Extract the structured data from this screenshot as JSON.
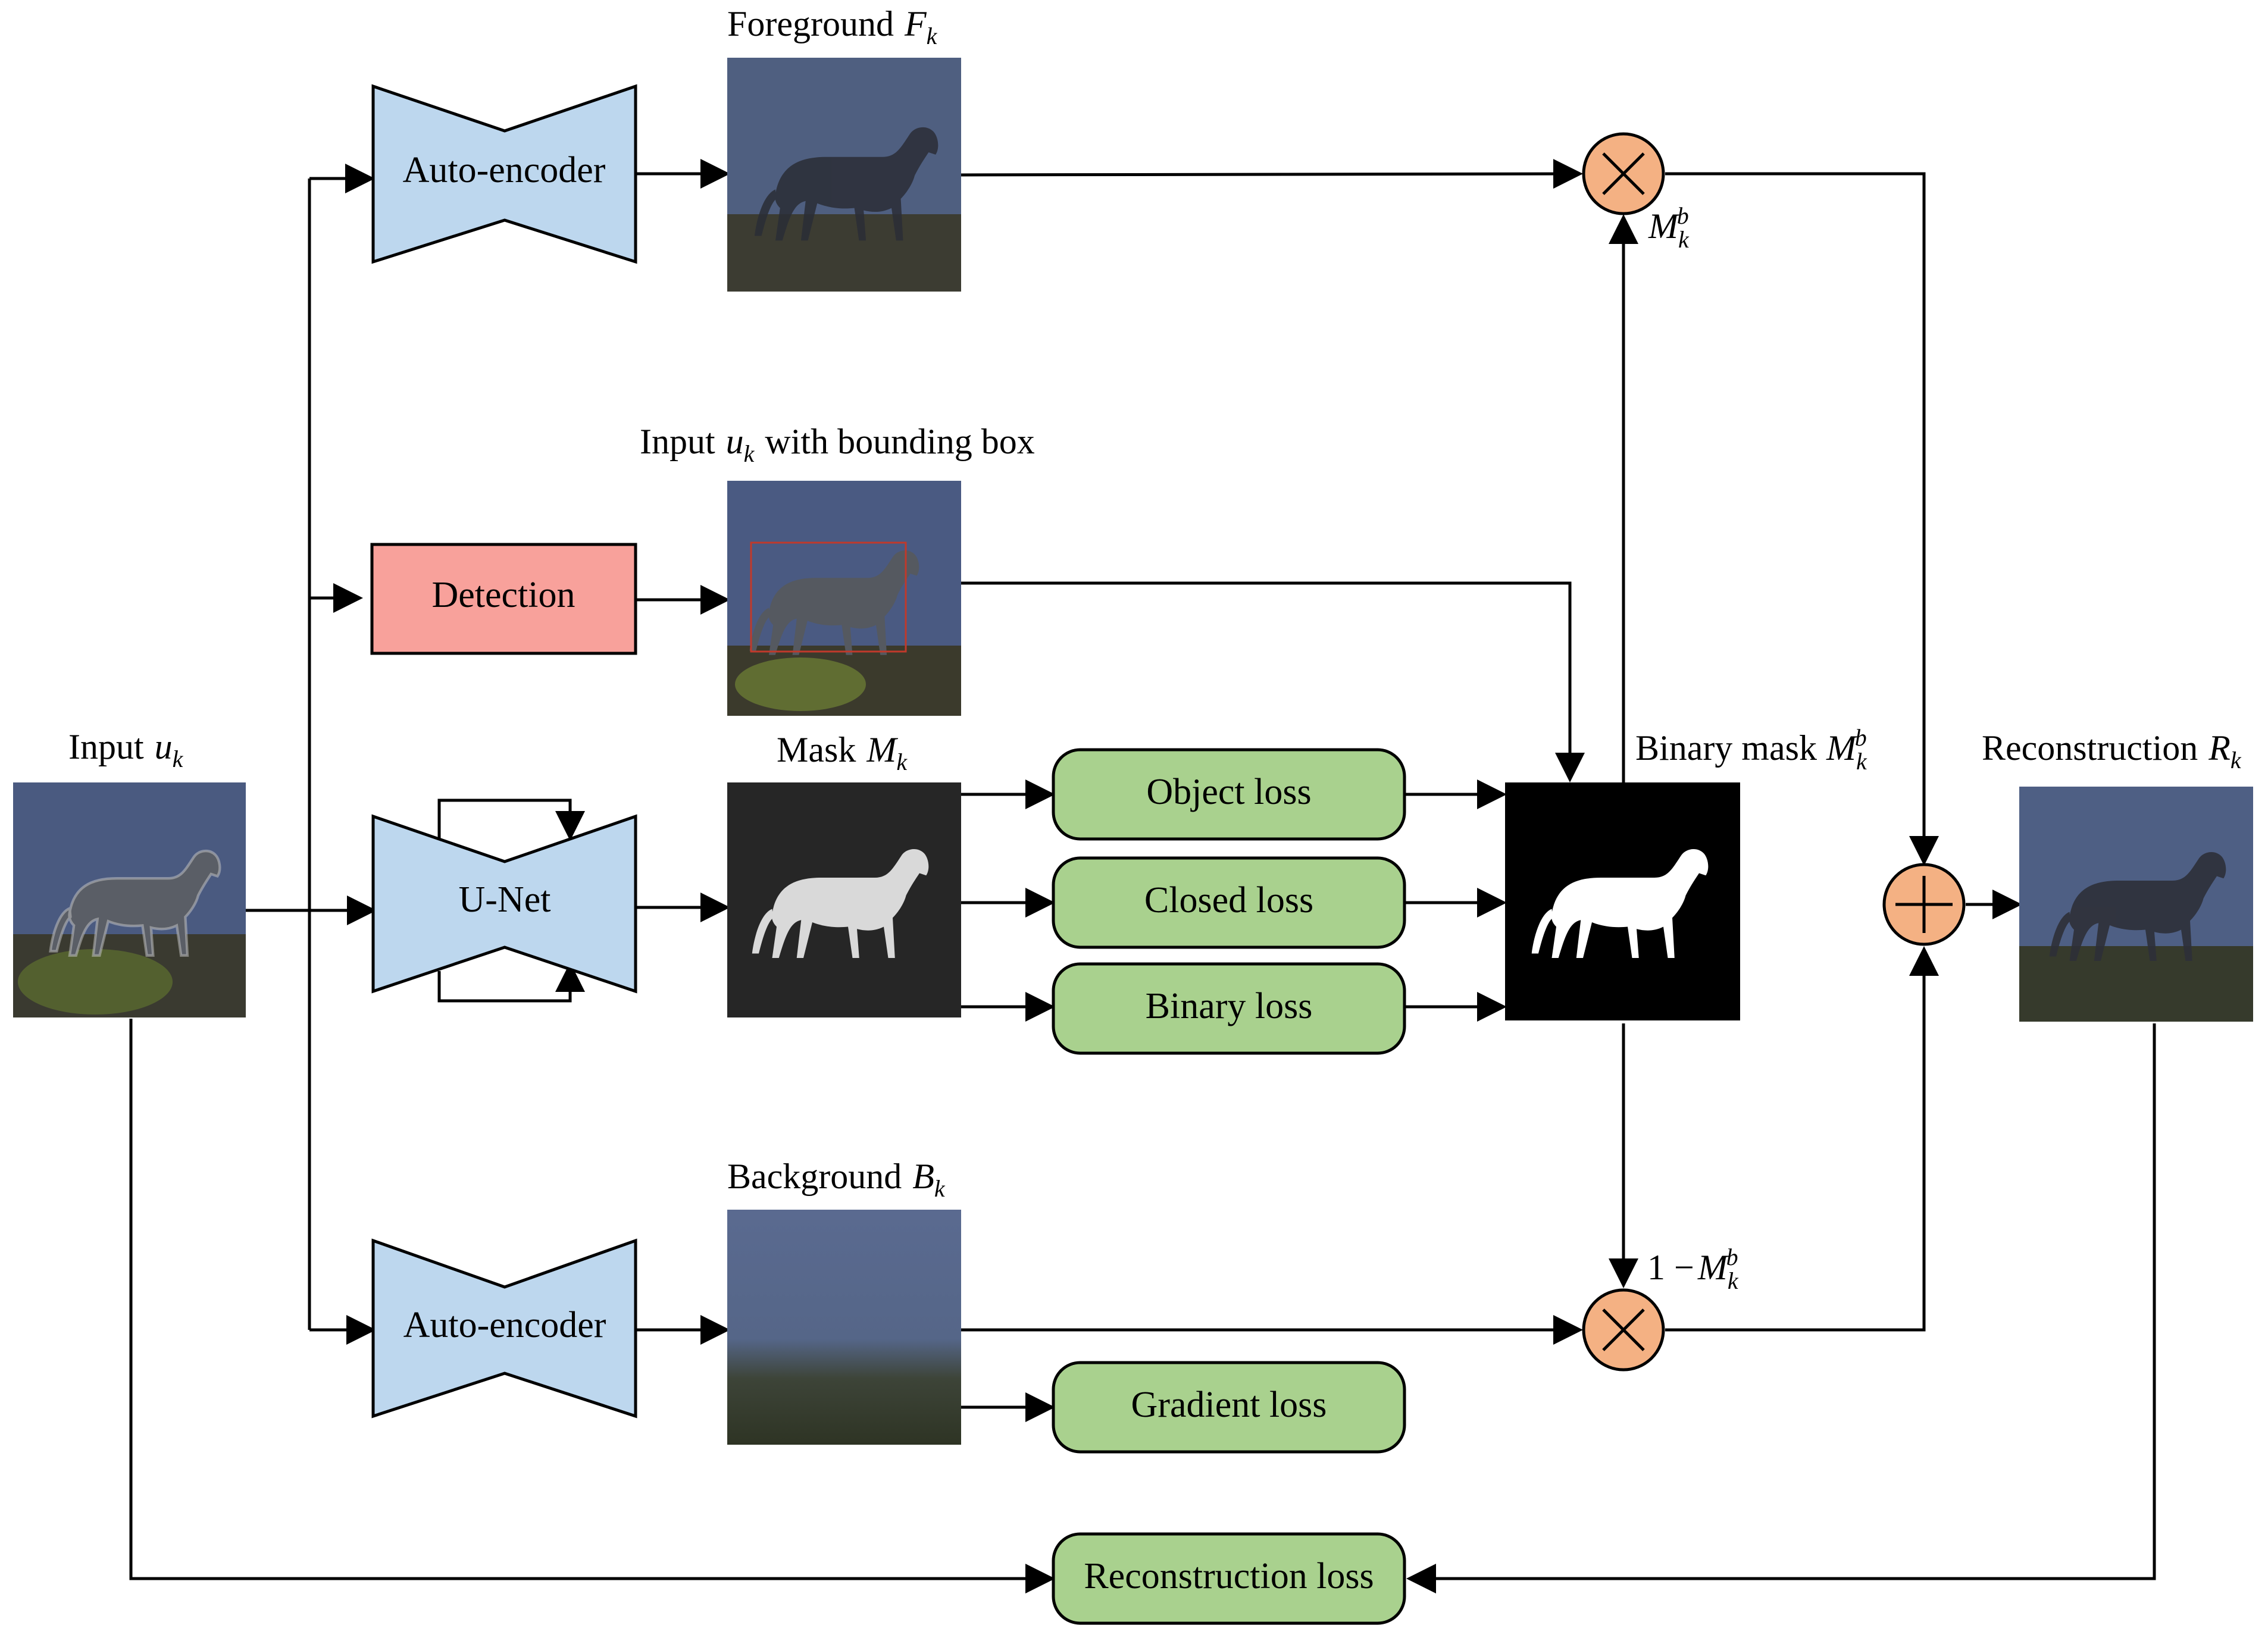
{
  "colors": {
    "autoencoder_fill": "#bdd7ee",
    "detection_fill": "#f8a19b",
    "loss_fill": "#a9d18e",
    "operator_fill": "#f4b183",
    "sky": "#4a5a80",
    "ground": "#3a3a30",
    "mask_bg": "#262626",
    "binary_bg": "#000000"
  },
  "labels": {
    "input": {
      "main": "Input",
      "var": "u",
      "sub": "k"
    },
    "foreground": {
      "main": "Foreground",
      "var": "F",
      "sub": "k"
    },
    "detection_input": {
      "main": "Input",
      "var": "u",
      "sub": "k",
      "tail": "with bounding box"
    },
    "mask": {
      "main": "Mask",
      "var": "M",
      "sub": "k"
    },
    "binary_mask": {
      "main": "Binary mask",
      "var": "M",
      "sub": "k",
      "sup": "b"
    },
    "background": {
      "main": "Background",
      "var": "B",
      "sub": "k"
    },
    "reconstruction": {
      "main": "Reconstruction",
      "var": "R",
      "sub": "k"
    },
    "mul_top": {
      "var": "M",
      "sub": "k",
      "sup": "b"
    },
    "mul_bottom": {
      "prefix": "1 −",
      "var": "M",
      "sub": "k",
      "sup": "b"
    }
  },
  "blocks": {
    "autoencoder_top": "Auto-encoder",
    "detection": "Detection",
    "unet": "U-Net",
    "autoencoder_bottom": "Auto-encoder"
  },
  "losses": {
    "object": "Object loss",
    "closed": "Closed loss",
    "binary": "Binary loss",
    "gradient": "Gradient loss",
    "reconstruction": "Reconstruction loss"
  },
  "operators": {
    "multiply_symbol": "×",
    "add_symbol": "+"
  },
  "icons": [
    "multiply-icon",
    "add-icon",
    "horse-icon"
  ]
}
